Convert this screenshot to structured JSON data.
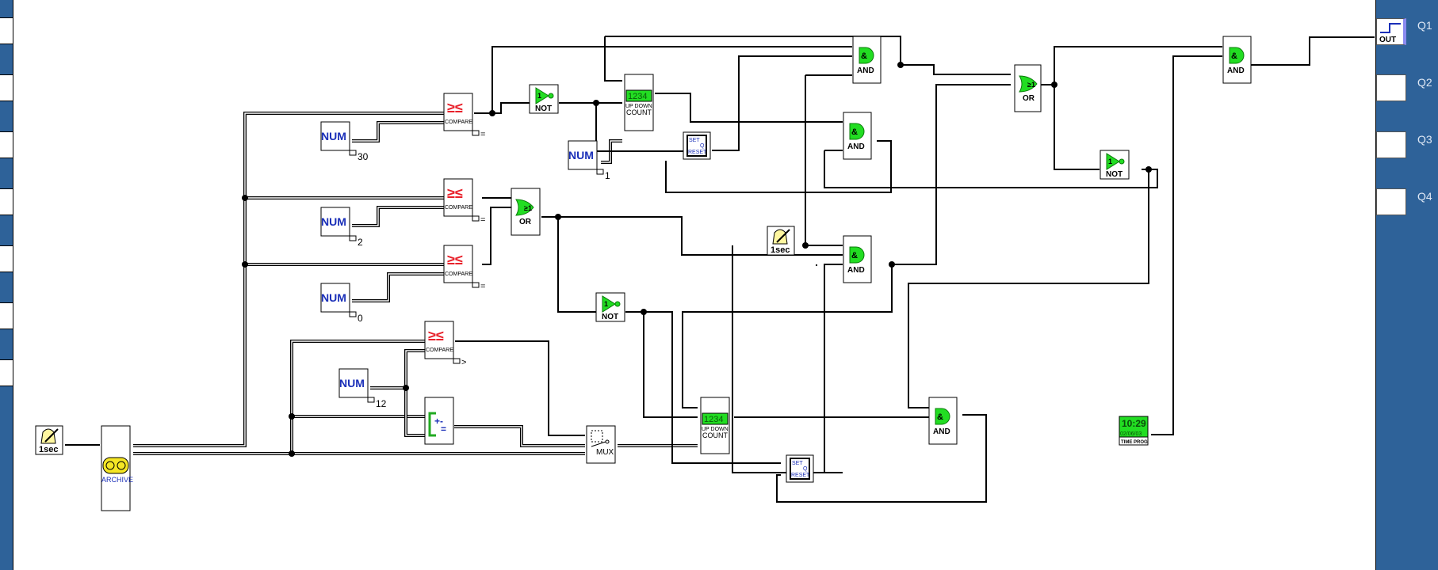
{
  "outputs": {
    "items": [
      {
        "label": "Q1",
        "block": "OUT"
      },
      {
        "label": "Q2",
        "block": ""
      },
      {
        "label": "Q3",
        "block": ""
      },
      {
        "label": "Q4",
        "block": ""
      }
    ]
  },
  "blocks": {
    "timer_main": {
      "label": "1sec"
    },
    "timer_mid": {
      "label": "1sec"
    },
    "archive": {
      "label": "ARCHIVE"
    },
    "num_30": {
      "label": "NUM",
      "value": "30"
    },
    "num_2": {
      "label": "NUM",
      "value": "2"
    },
    "num_0": {
      "label": "NUM",
      "value": "0"
    },
    "num_12": {
      "label": "NUM",
      "value": "12"
    },
    "num_1": {
      "label": "NUM",
      "value": "1"
    },
    "compare_1": {
      "label": "COMPARE",
      "op": "="
    },
    "compare_2": {
      "label": "COMPARE",
      "op": "="
    },
    "compare_3": {
      "label": "COMPARE",
      "op": "="
    },
    "compare_4": {
      "label": "COMPARE",
      "op": ">"
    },
    "or_1": {
      "label": "OR",
      "symbol": "≥1"
    },
    "or_2": {
      "label": "OR",
      "symbol": "≥1"
    },
    "not_1": {
      "label": "NOT",
      "symbol": "1"
    },
    "not_2": {
      "label": "NOT",
      "symbol": "1"
    },
    "not_3": {
      "label": "NOT",
      "symbol": "1"
    },
    "and_1": {
      "label": "AND",
      "symbol": "&"
    },
    "and_2": {
      "label": "AND",
      "symbol": "&"
    },
    "and_3": {
      "label": "AND",
      "symbol": "&"
    },
    "and_4": {
      "label": "AND",
      "symbol": "&"
    },
    "and_5": {
      "label": "AND",
      "symbol": "&"
    },
    "counter_1": {
      "display": "1234",
      "line1": "UP DOWN",
      "line2": "COUNT"
    },
    "counter_2": {
      "display": "1234",
      "line1": "UP DOWN",
      "line2": "COUNT"
    },
    "setreset_1": {
      "set": "SET",
      "q": "Q",
      "reset": "RESET"
    },
    "setreset_2": {
      "set": "SET",
      "q": "Q",
      "reset": "RESET"
    },
    "mux": {
      "label": "MUX"
    },
    "timeprog": {
      "time": "10:29",
      "date": "02/06/03",
      "label": "TIME PROG"
    },
    "out_q1": {
      "label": "OUT"
    }
  },
  "colors": {
    "panel_blue": "#2e6299",
    "gate_green": "#22dd22",
    "compare_red": "#e8202a",
    "num_blue": "#1a2fb8"
  }
}
